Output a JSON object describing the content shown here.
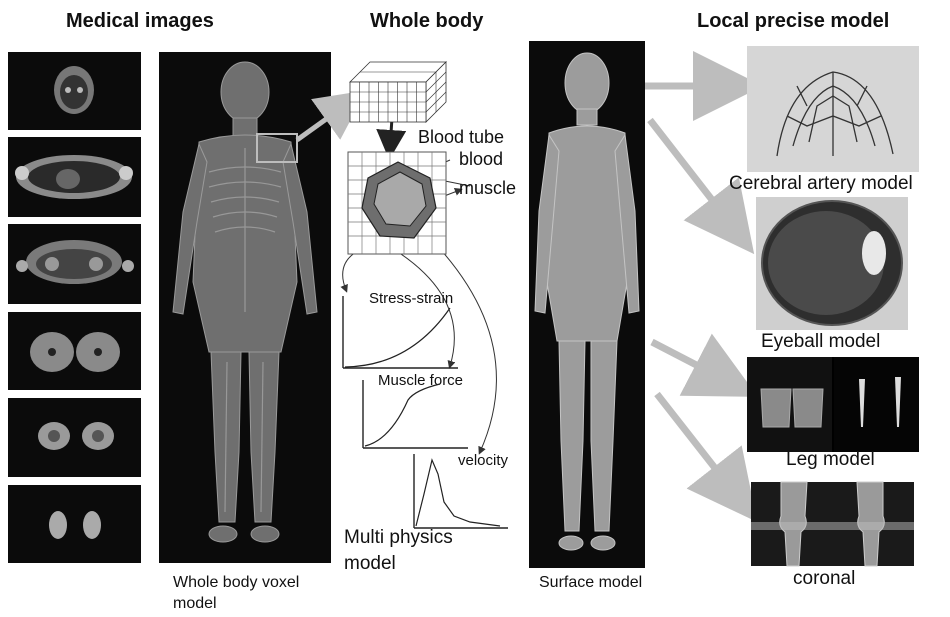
{
  "headers": {
    "medical": "Medical images",
    "whole": "Whole body",
    "local": "Local precise model"
  },
  "labels": {
    "voxel_line1": "Whole body voxel",
    "voxel_line2": "model",
    "surface": "Surface model",
    "blood_tube": "Blood tube",
    "blood": "blood",
    "muscle": "muscle",
    "stress_strain": "Stress-strain",
    "muscle_force": "Muscle force",
    "velocity": "velocity",
    "multi_line1": "Multi physics",
    "multi_line2": "model",
    "cerebral": "Cerebral artery model",
    "eyeball": "Eyeball model",
    "leg": "Leg model",
    "coronal": "coronal"
  },
  "colors": {
    "panel": "#0b0b0b",
    "arrow": "#bdbdbd",
    "body": "#8a8a8a",
    "tube_dark": "#6e6e6e",
    "tube_light": "#a9a9a9"
  }
}
